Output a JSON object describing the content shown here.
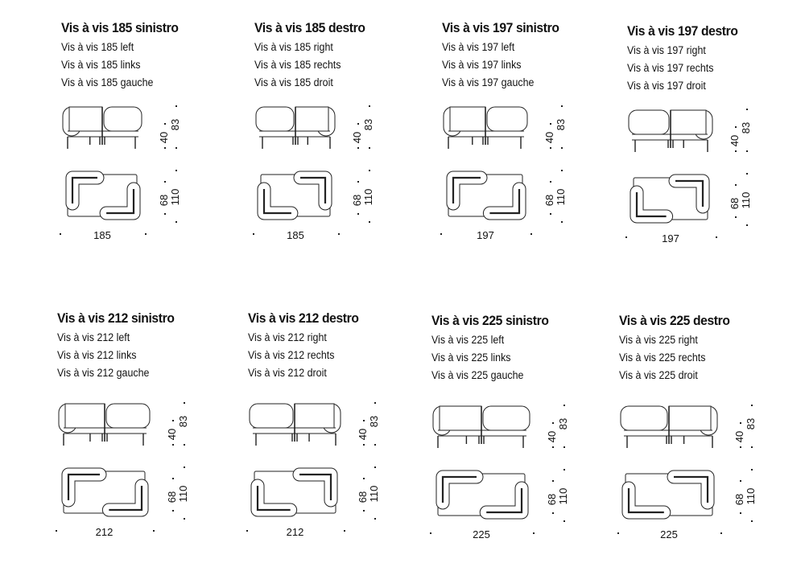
{
  "items": [
    {
      "title": "Vis à vis 185 sinistro",
      "lines": [
        "Vis à vis 185 left",
        "Vis à vis 185 links",
        "Vis à vis 185 gauche"
      ],
      "width": "185",
      "seat": "40",
      "height": "83",
      "depth_inner": "68",
      "depth": "110",
      "side": "left"
    },
    {
      "title": "Vis à vis 185 destro",
      "lines": [
        "Vis à vis 185 right",
        "Vis à vis 185 rechts",
        "Vis à vis 185 droit"
      ],
      "width": "185",
      "seat": "40",
      "height": "83",
      "depth_inner": "68",
      "depth": "110",
      "side": "right"
    },
    {
      "title": "Vis à vis 197 sinistro",
      "lines": [
        "Vis à vis 197 left",
        "Vis à vis 197 links",
        "Vis à vis 197 gauche"
      ],
      "width": "197",
      "seat": "40",
      "height": "83",
      "depth_inner": "68",
      "depth": "110",
      "side": "left"
    },
    {
      "title": "Vis à vis 197 destro",
      "lines": [
        "Vis à vis 197 right",
        "Vis à vis 197 rechts",
        "Vis à vis 197 droit"
      ],
      "width": "197",
      "seat": "40",
      "height": "83",
      "depth_inner": "68",
      "depth": "110",
      "side": "right"
    },
    {
      "title": "Vis à vis 212 sinistro",
      "lines": [
        "Vis à vis 212 left",
        "Vis à vis 212 links",
        "Vis à vis 212 gauche"
      ],
      "width": "212",
      "seat": "40",
      "height": "83",
      "depth_inner": "68",
      "depth": "110",
      "side": "left"
    },
    {
      "title": "Vis à vis 212 destro",
      "lines": [
        "Vis à vis 212 right",
        "Vis à vis 212 rechts",
        "Vis à vis 212 droit"
      ],
      "width": "212",
      "seat": "40",
      "height": "83",
      "depth_inner": "68",
      "depth": "110",
      "side": "right"
    },
    {
      "title": "Vis à vis 225 sinistro",
      "lines": [
        "Vis à vis 225 left",
        "Vis à vis 225 links",
        "Vis à vis 225 gauche"
      ],
      "width": "225",
      "seat": "40",
      "height": "83",
      "depth_inner": "68",
      "depth": "110",
      "side": "left"
    },
    {
      "title": "Vis à vis 225 destro",
      "lines": [
        "Vis à vis 225 right",
        "Vis à vis 225 rechts",
        "Vis à vis 225 droit"
      ],
      "width": "225",
      "seat": "40",
      "height": "83",
      "depth_inner": "68",
      "depth": "110",
      "side": "right"
    }
  ]
}
